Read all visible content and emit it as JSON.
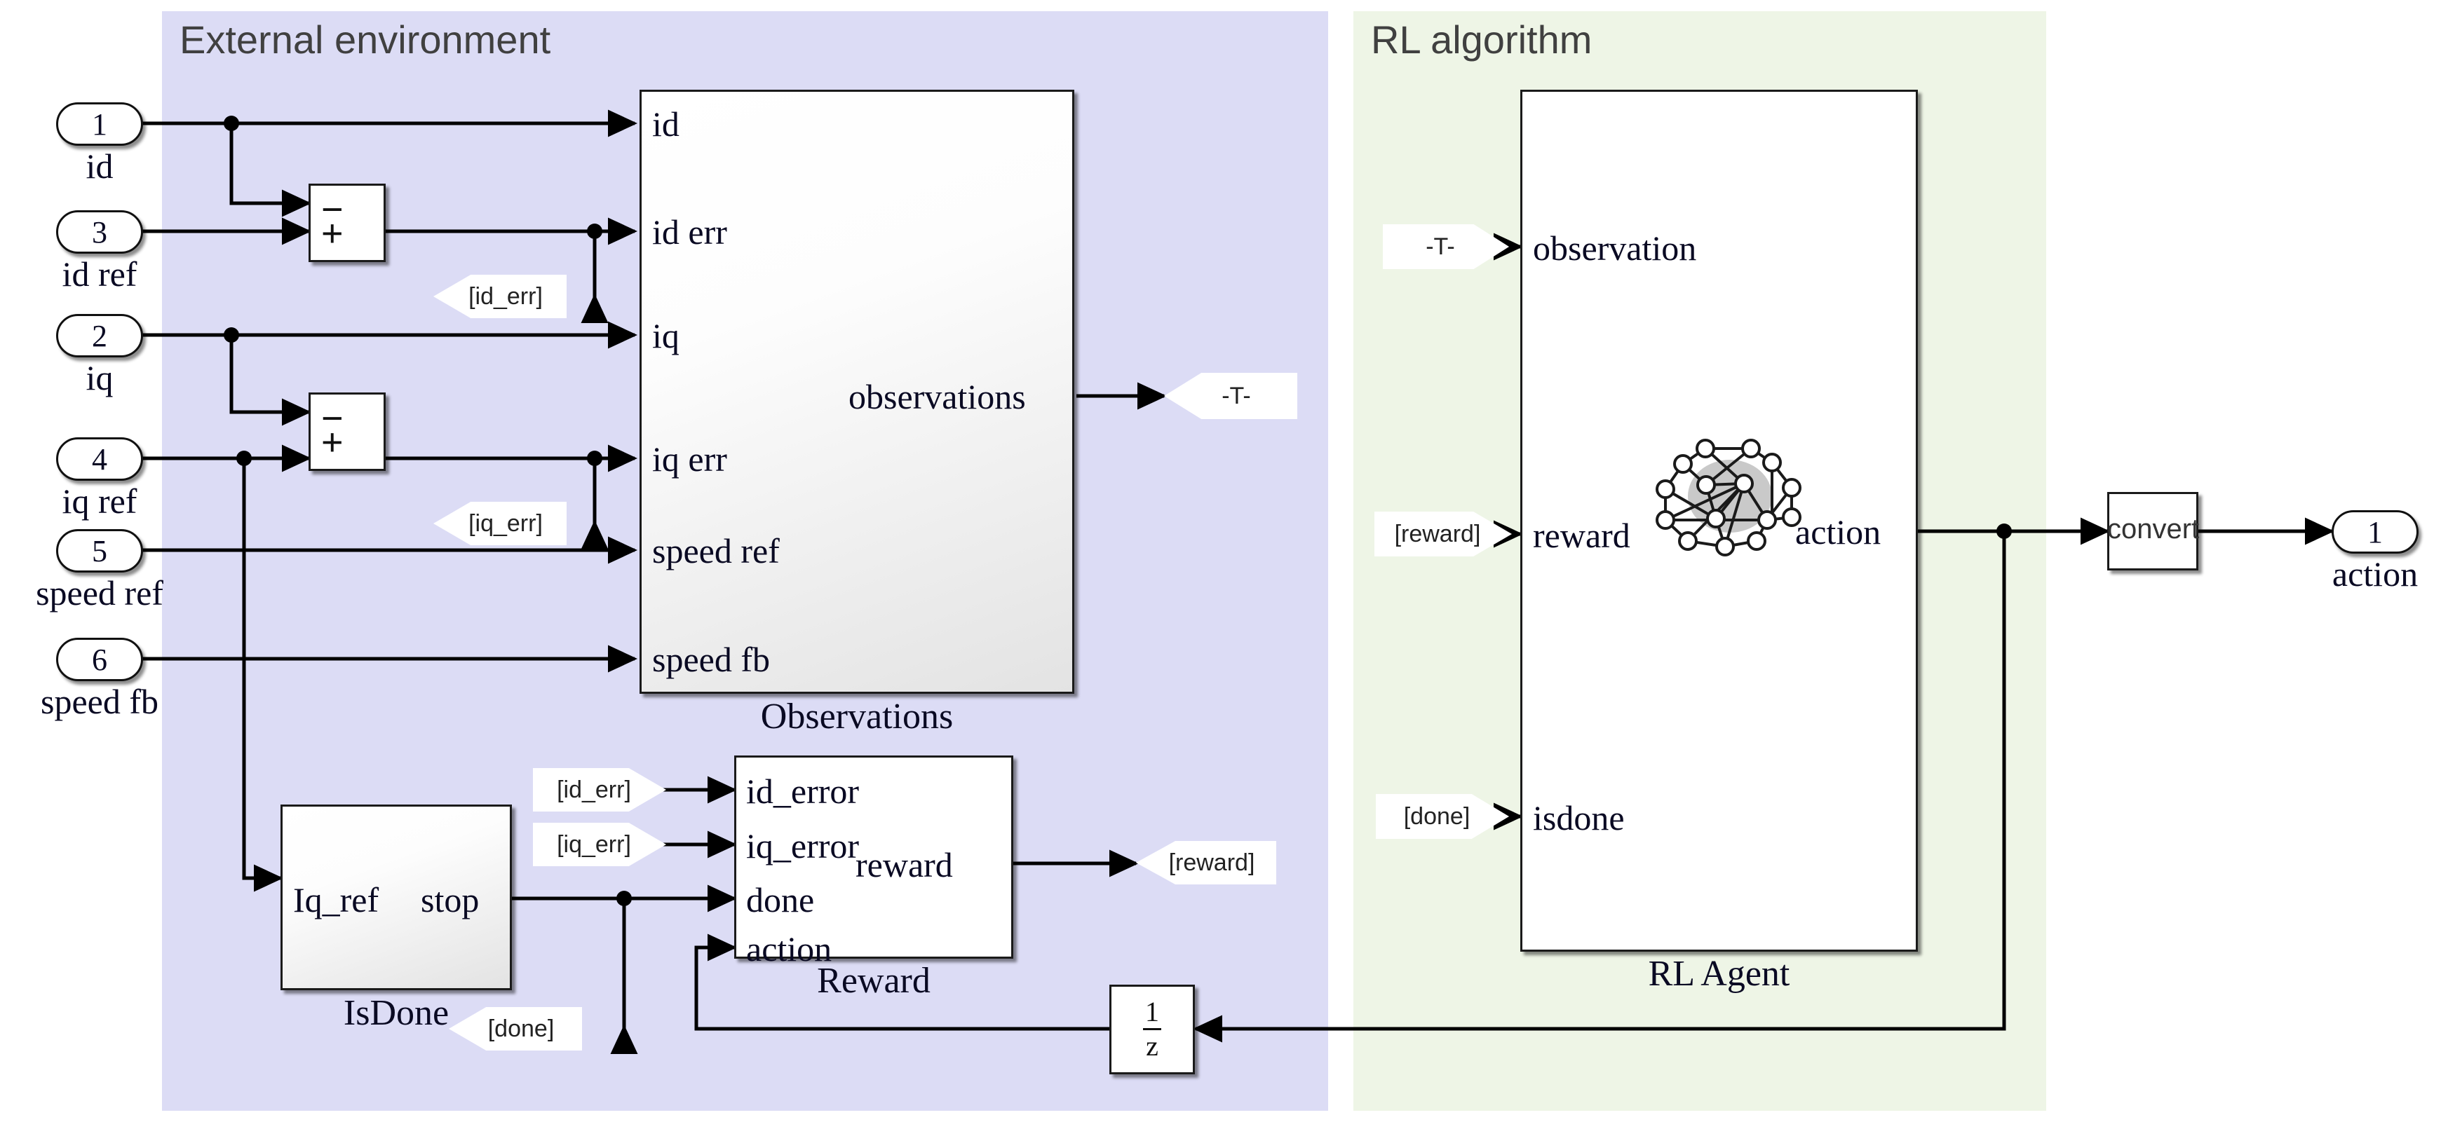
{
  "diagram": {
    "title_external": "External environment",
    "title_rl": "RL algorithm",
    "colors": {
      "external_panel": "#dcdcf5",
      "rl_panel": "#eef5e6",
      "block_border": "#1a1a1a",
      "text": "#0a0a23",
      "panel_title": "#404040",
      "wire": "#000000"
    }
  },
  "inports": [
    {
      "num": "1",
      "name": "id"
    },
    {
      "num": "3",
      "name": "id ref"
    },
    {
      "num": "2",
      "name": "iq"
    },
    {
      "num": "4",
      "name": "iq ref"
    },
    {
      "num": "5",
      "name": "speed ref"
    },
    {
      "num": "6",
      "name": "speed fb"
    }
  ],
  "outports": [
    {
      "num": "1",
      "name": "action"
    }
  ],
  "sum_blocks": [
    {
      "id": "sum_id",
      "minus": "−",
      "plus": "+"
    },
    {
      "id": "sum_iq",
      "minus": "−",
      "plus": "+"
    }
  ],
  "observations_block": {
    "name": "Observations",
    "inputs": [
      "id",
      "id err",
      "iq",
      "iq err",
      "speed ref",
      "speed fb"
    ],
    "outputs": [
      "observations"
    ]
  },
  "isdone_block": {
    "name": "IsDone",
    "inputs": [
      "Iq_ref"
    ],
    "outputs": [
      "stop"
    ]
  },
  "reward_block": {
    "name": "Reward",
    "inputs": [
      "id_error",
      "iq_error",
      "done",
      "action"
    ],
    "outputs": [
      "reward"
    ]
  },
  "rl_agent_block": {
    "name": "RL Agent",
    "inputs": [
      "observation",
      "reward",
      "isdone"
    ],
    "outputs": [
      "action"
    ],
    "icon": "neural-network-icon"
  },
  "convert_block": {
    "label": "convert"
  },
  "unit_delay_block": {
    "numerator": "1",
    "denominator": "z"
  },
  "tags": [
    {
      "id": "goto_id_err",
      "kind": "goto",
      "label": "[id_err]"
    },
    {
      "id": "goto_iq_err",
      "kind": "goto",
      "label": "[iq_err]"
    },
    {
      "id": "goto_T_obs",
      "kind": "goto",
      "label": "-T-"
    },
    {
      "id": "goto_done",
      "kind": "goto",
      "label": "[done]"
    },
    {
      "id": "goto_reward",
      "kind": "goto",
      "label": "[reward]"
    },
    {
      "id": "from_id_err",
      "kind": "from",
      "label": "[id_err]"
    },
    {
      "id": "from_iq_err",
      "kind": "from",
      "label": "[iq_err]"
    },
    {
      "id": "from_T_obs",
      "kind": "from",
      "label": "-T-"
    },
    {
      "id": "from_reward",
      "kind": "from",
      "label": "[reward]"
    },
    {
      "id": "from_done",
      "kind": "from",
      "label": "[done]"
    }
  ]
}
